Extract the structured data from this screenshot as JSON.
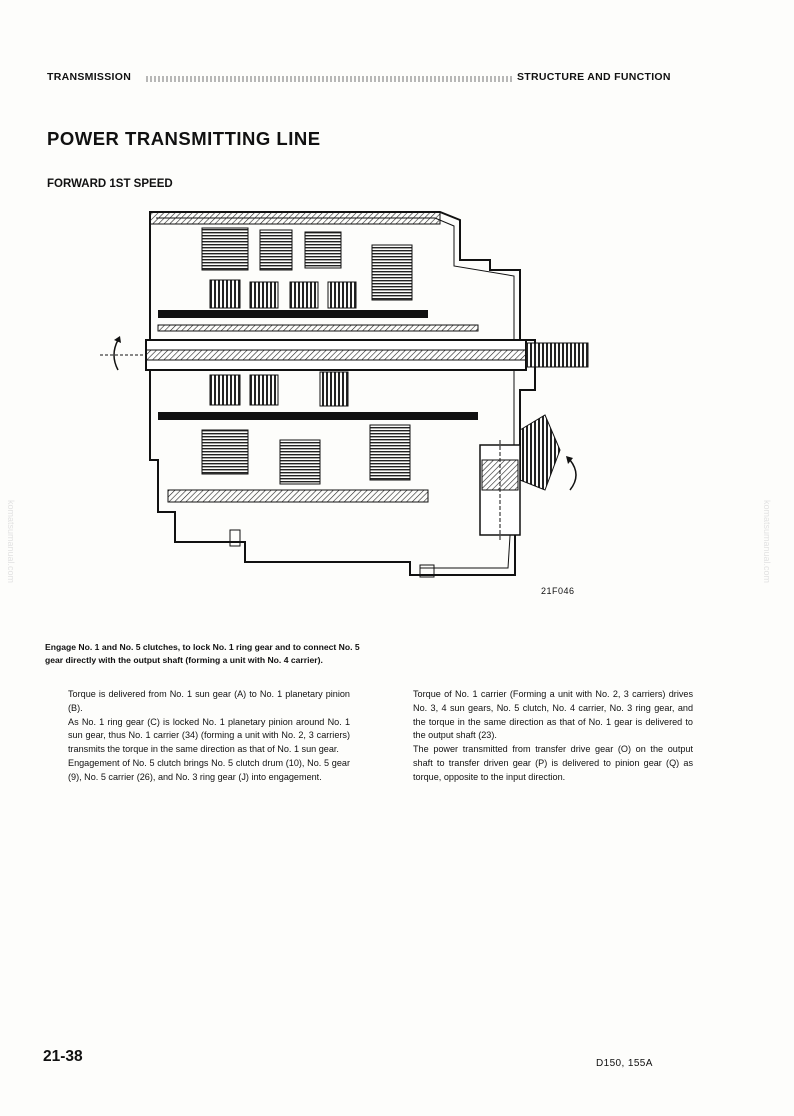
{
  "header": {
    "left": "TRANSMISSION",
    "right": "STRUCTURE AND FUNCTION"
  },
  "title": "POWER TRANSMITTING LINE",
  "subtitle": "FORWARD 1ST SPEED",
  "figure": {
    "code": "21F046"
  },
  "lead": "Engage No. 1 and No. 5 clutches, to lock No. 1 ring gear and to connect No. 5 gear directly with the output shaft (forming a unit with No. 4 carrier).",
  "column1": [
    "Torque is delivered from No. 1 sun gear (A) to No. 1 planetary pinion (B).",
    "As No. 1 ring gear (C) is locked No. 1 planetary pinion around No. 1 sun gear, thus No. 1 carrier (34) (forming a unit with No. 2, 3 carriers) transmits the torque in the same direction as that of No. 1 sun gear.",
    "Engagement of No. 5 clutch brings No. 5 clutch drum (10), No. 5 gear (9), No. 5 carrier (26), and No. 3 ring gear (J) into engagement."
  ],
  "column2": [
    "Torque of No. 1 carrier (Forming a unit with No. 2, 3 carriers) drives No. 3, 4 sun gears, No. 5 clutch, No. 4 carrier, No. 3 ring gear, and the torque in the same direction as that of No. 1 gear is delivered to the output shaft (23).",
    "The power transmitted from transfer drive gear (O) on the output shaft to transfer driven gear (P) is delivered to pinion gear (Q) as torque, opposite to the input direction."
  ],
  "footer": {
    "page_number": "21-38",
    "model": "D150, 155A"
  },
  "watermark": "komatsumanual.com"
}
